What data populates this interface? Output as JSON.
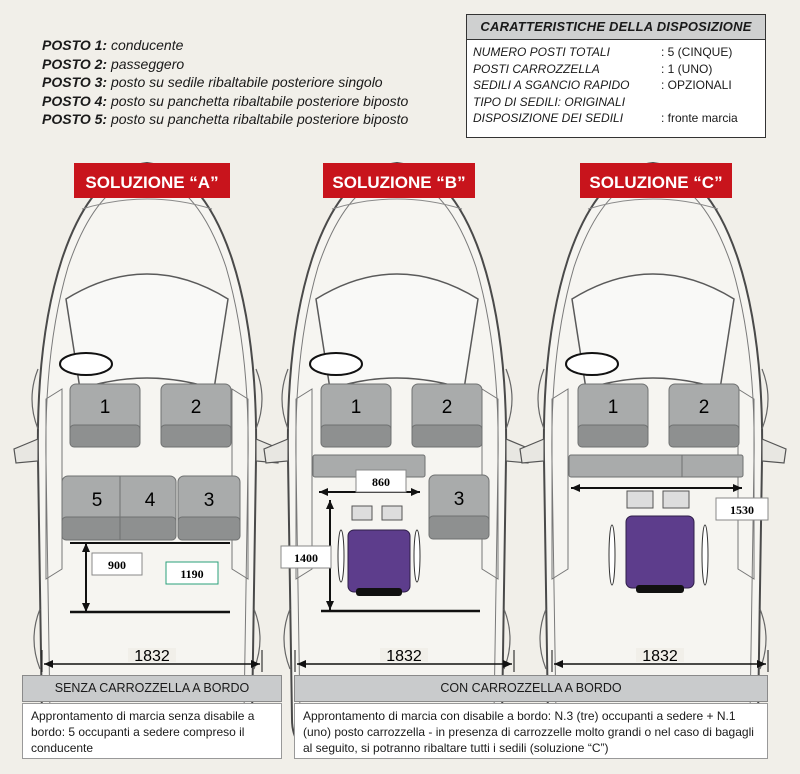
{
  "legend": [
    {
      "label": "POSTO 1:",
      "text": " conducente"
    },
    {
      "label": "POSTO 2:",
      "text": " passeggero"
    },
    {
      "label": "POSTO 3:",
      "text": " posto su sedile ribaltabile posteriore singolo"
    },
    {
      "label": "POSTO 4:",
      "text": " posto su panchetta ribaltabile posteriore biposto"
    },
    {
      "label": "POSTO 5:",
      "text": " posto su panchetta ribaltabile posteriore biposto"
    }
  ],
  "characteristics": {
    "title": "CARATTERISTICHE DELLA DISPOSIZIONE",
    "rows": [
      {
        "key": "NUMERO POSTI TOTALI",
        "value": ": 5 (CINQUE)"
      },
      {
        "key": "POSTI CARROZZELLA",
        "value": ": 1 (UNO)"
      },
      {
        "key": "SEDILI A SGANCIO RAPIDO",
        "value": ": OPZIONALI"
      },
      {
        "key": "TIPO DI SEDILI: ORIGINALI",
        "value": ""
      },
      {
        "key": "DISPOSIZIONE DEI SEDILI",
        "value": ": fronte marcia"
      }
    ]
  },
  "solutions": {
    "a": {
      "label": "SOLUZIONE “A”",
      "seats": [
        "1",
        "2",
        "5",
        "4",
        "3"
      ],
      "dims": {
        "d1": "900",
        "d2": "1190",
        "width": "1832"
      }
    },
    "b": {
      "label": "SOLUZIONE “B”",
      "seats": [
        "1",
        "2",
        "3"
      ],
      "dims": {
        "d1": "860",
        "d2": "1400",
        "width": "1832"
      }
    },
    "c": {
      "label": "SOLUZIONE “C”",
      "seats": [
        "1",
        "2"
      ],
      "dims": {
        "d1": "1530",
        "width": "1832"
      }
    }
  },
  "footer": {
    "left_title": "SENZA CARROZZELLA A BORDO",
    "left_text": "Approntamento di marcia senza disabile a bordo: 5 occupanti a sedere compreso il conducente",
    "right_title": "CON CARROZZELLA A BORDO",
    "right_text": "Approntamento di marcia con disabile a bordo: N.3 (tre) occupanti a sedere + N.1 (uno) posto carrozzella - in presenza di carrozzelle molto grandi o nel caso di bagagli al seguito, si potranno ribaltare tutti i sedili (soluzione “C”)"
  },
  "colors": {
    "banner": "#c8141c",
    "wheelchair": "#5d3d8c",
    "seat": "#a9abab",
    "seat_dark": "#8e9090"
  }
}
